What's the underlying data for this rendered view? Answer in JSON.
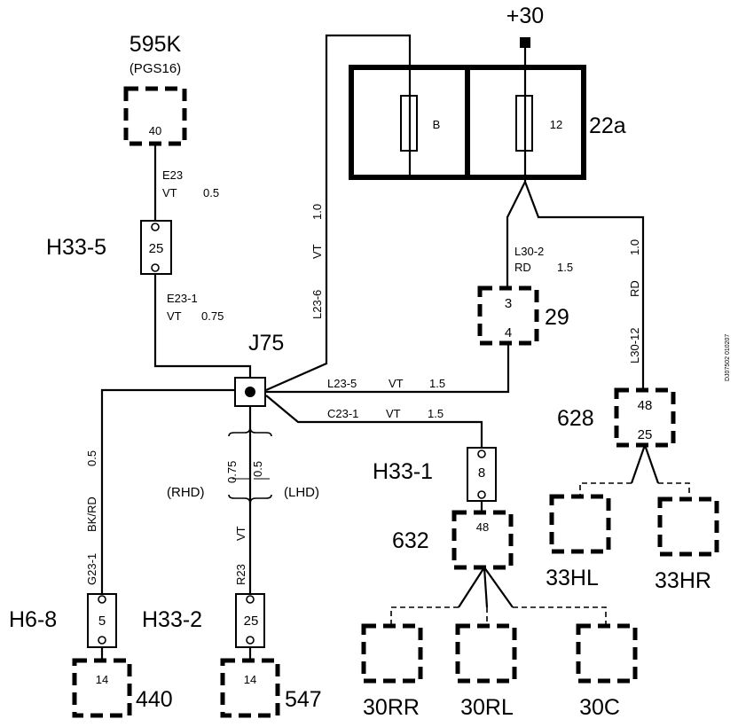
{
  "fusebox": {
    "supply_label": "+30",
    "name": "22a",
    "fuses": [
      {
        "label": "B"
      },
      {
        "label": "12"
      }
    ]
  },
  "connectors": {
    "c595k": {
      "name": "595K",
      "sub": "(PGS16)",
      "pin": "40"
    },
    "c29": {
      "name": "29",
      "pin_top": "3",
      "pin_bottom": "4"
    },
    "c628": {
      "name": "628",
      "pin_top": "48",
      "pin_bottom": "25"
    },
    "c632": {
      "name": "632",
      "pin": "48"
    },
    "c440": {
      "name": "440",
      "pin": "14"
    },
    "c547": {
      "name": "547",
      "pin": "14"
    },
    "c33hl": {
      "name": "33HL"
    },
    "c33hr": {
      "name": "33HR"
    },
    "c30rr": {
      "name": "30RR"
    },
    "c30rl": {
      "name": "30RL"
    },
    "c30c": {
      "name": "30C"
    }
  },
  "inline_connectors": {
    "h33_5": {
      "name": "H33-5",
      "pin": "25"
    },
    "h33_1": {
      "name": "H33-1",
      "pin": "8"
    },
    "h6_8": {
      "name": "H6-8",
      "pin": "5"
    },
    "h33_2": {
      "name": "H33-2",
      "pin": "25"
    }
  },
  "splice": {
    "name": "J75"
  },
  "wires": {
    "e23": {
      "id": "E23",
      "color": "VT",
      "size": "0.5"
    },
    "e23_1": {
      "id": "E23-1",
      "color": "VT",
      "size": "0.75"
    },
    "l23_6": {
      "id": "L23-6",
      "color": "VT",
      "size": "1.0"
    },
    "l30_2": {
      "id": "L30-2",
      "color": "RD",
      "size": "1.5"
    },
    "l30_12": {
      "id": "L30-12",
      "color": "RD",
      "size": "1.0"
    },
    "l23_5": {
      "id": "L23-5",
      "color": "VT",
      "size": "1.5"
    },
    "c23_1": {
      "id": "C23-1",
      "color": "VT",
      "size": "1.5"
    },
    "g23_1": {
      "id": "G23-1",
      "color": "BK/RD",
      "size": "0.5"
    },
    "r23": {
      "id": "R23",
      "color": "VT",
      "size_rhd": "0.75",
      "size_lhd": "0.5",
      "rhd_label": "(RHD)",
      "lhd_label": "(LHD)"
    }
  },
  "doc_code": "DJ07502 010207"
}
